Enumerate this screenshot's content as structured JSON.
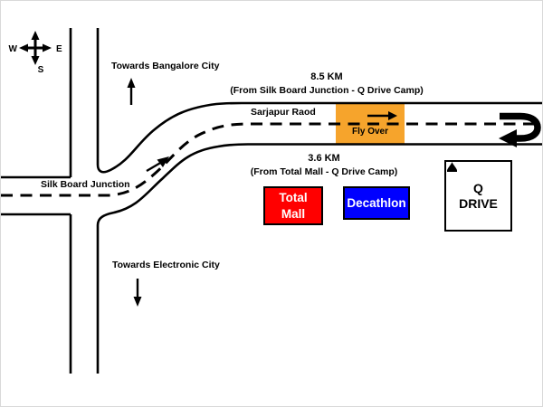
{
  "compass": {
    "west": "W",
    "east": "E",
    "south": "S"
  },
  "labels": {
    "towards_bangalore": "Towards Bangalore City",
    "towards_electronic": "Towards Electronic City",
    "silk_board_junction": "Silk Board Junction",
    "sarjapur_road": "Sarjapur Raod",
    "fly_over": "Fly Over",
    "distance_top_km": "8.5 KM",
    "distance_top_desc": "(From Silk Board Junction - Q Drive Camp)",
    "distance_bottom_km": "3.6 KM",
    "distance_bottom_desc": "(From Total Mall - Q Drive Camp)"
  },
  "landmarks": {
    "total_mall_line1": "Total",
    "total_mall_line2": "Mall",
    "decathlon": "Decathlon",
    "q_drive_line1": "Q",
    "q_drive_line2": "DRIVE"
  },
  "colors": {
    "flyover_orange": "#F6A42C",
    "total_mall_red": "#FF0000",
    "decathlon_blue": "#0000FF",
    "road_black": "#000000"
  },
  "icons": {
    "compass": "compass-rose-icon",
    "route_end": "u-turn-arrow-icon",
    "q_drive_marker": "tent-icon"
  }
}
